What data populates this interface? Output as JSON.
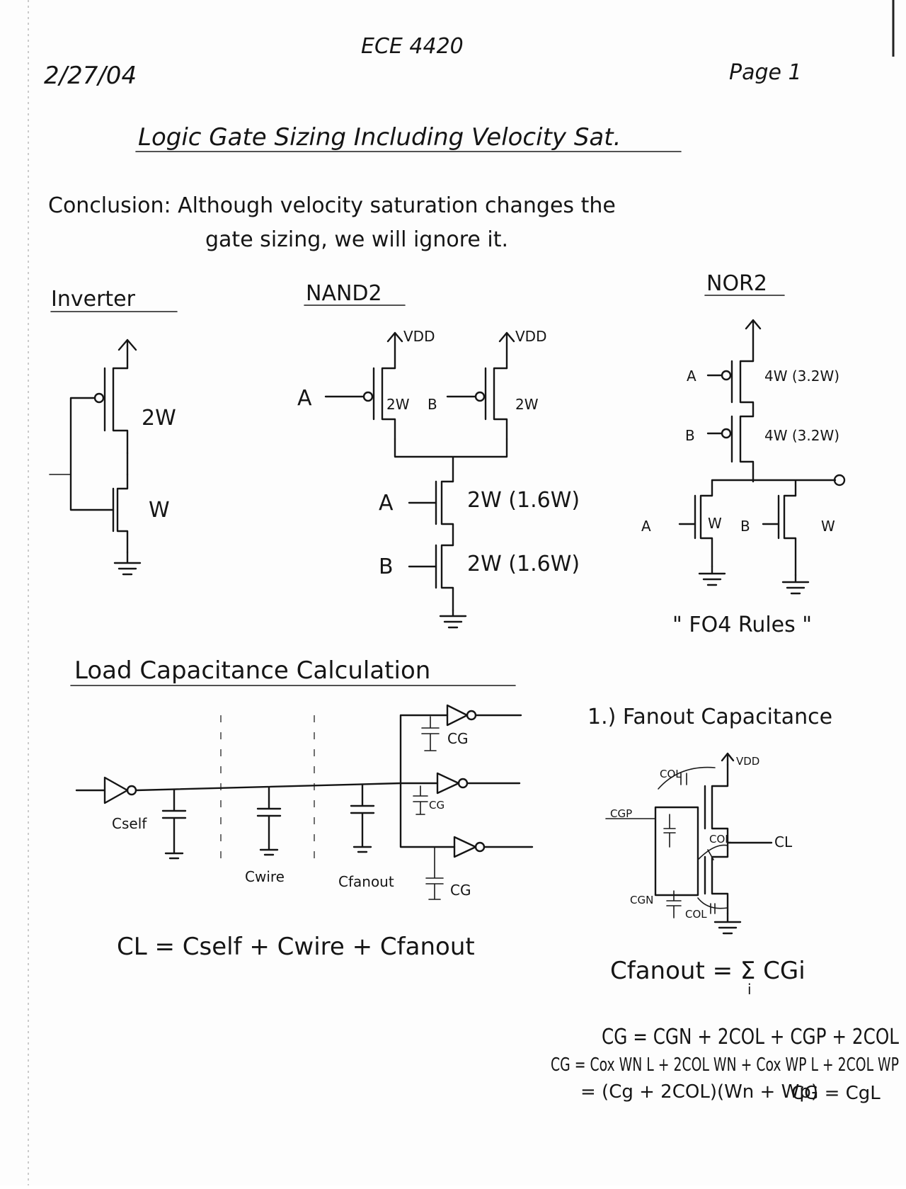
{
  "header": {
    "course": "ECE 4420",
    "date": "2/27/04",
    "page": "Page 1"
  },
  "title": "Logic Gate Sizing Including Velocity Sat.",
  "conclusion": {
    "line1": "Conclusion: Although velocity saturation changes the",
    "line2": "gate sizing, we will ignore it."
  },
  "inverter": {
    "heading": "Inverter",
    "pmos_size": "2W",
    "nmos_size": "W"
  },
  "nand2": {
    "heading": "NAND2",
    "vdd_left": "VDD",
    "vdd_right": "VDD",
    "in_a_top": "A",
    "in_b_top": "B",
    "pmos_left_size": "2W",
    "pmos_right_size": "2W",
    "in_a_bottom": "A",
    "in_b_bottom": "B",
    "nmos_a_size": "2W (1.6W)",
    "nmos_b_size": "2W (1.6W)"
  },
  "nor2": {
    "heading": "NOR2",
    "in_a_top": "A",
    "in_b_top": "B",
    "pmos_a_size": "4W (3.2W)",
    "pmos_b_size": "4W (3.2W)",
    "in_a_bottom": "A",
    "in_b_bottom": "B",
    "nmos_a_size": "W",
    "nmos_b_size": "W",
    "rules_note": "\" FO4 Rules \""
  },
  "load_cap": {
    "heading": "Load Capacitance Calculation",
    "c_self": "Cself",
    "c_wire": "Cwire",
    "c_fanout": "Cfanout",
    "cg_top": "CG",
    "cg_mid": "CG",
    "cg_bottom": "CG",
    "equation": "CL = Cself + Cwire + Cfanout"
  },
  "fanout": {
    "heading": "1.) Fanout Capacitance",
    "vdd": "VDD",
    "col_top": "COL",
    "cgp": "CGP",
    "col_mid": "COL",
    "cgn": "CGN",
    "col_bottom": "COL",
    "cl_node": "CL",
    "sum_eq": "Cfanout = Σ CGi",
    "sum_index": "i",
    "eq1": "CG = CGN + 2COL + CGP + 2COL",
    "eq2": "CG = Cox WN L + 2COL WN + Cox WP L + 2COL WP",
    "eq3": "= (Cg + 2COL)(Wn + Wp)",
    "eq4": "CG = CgL"
  }
}
